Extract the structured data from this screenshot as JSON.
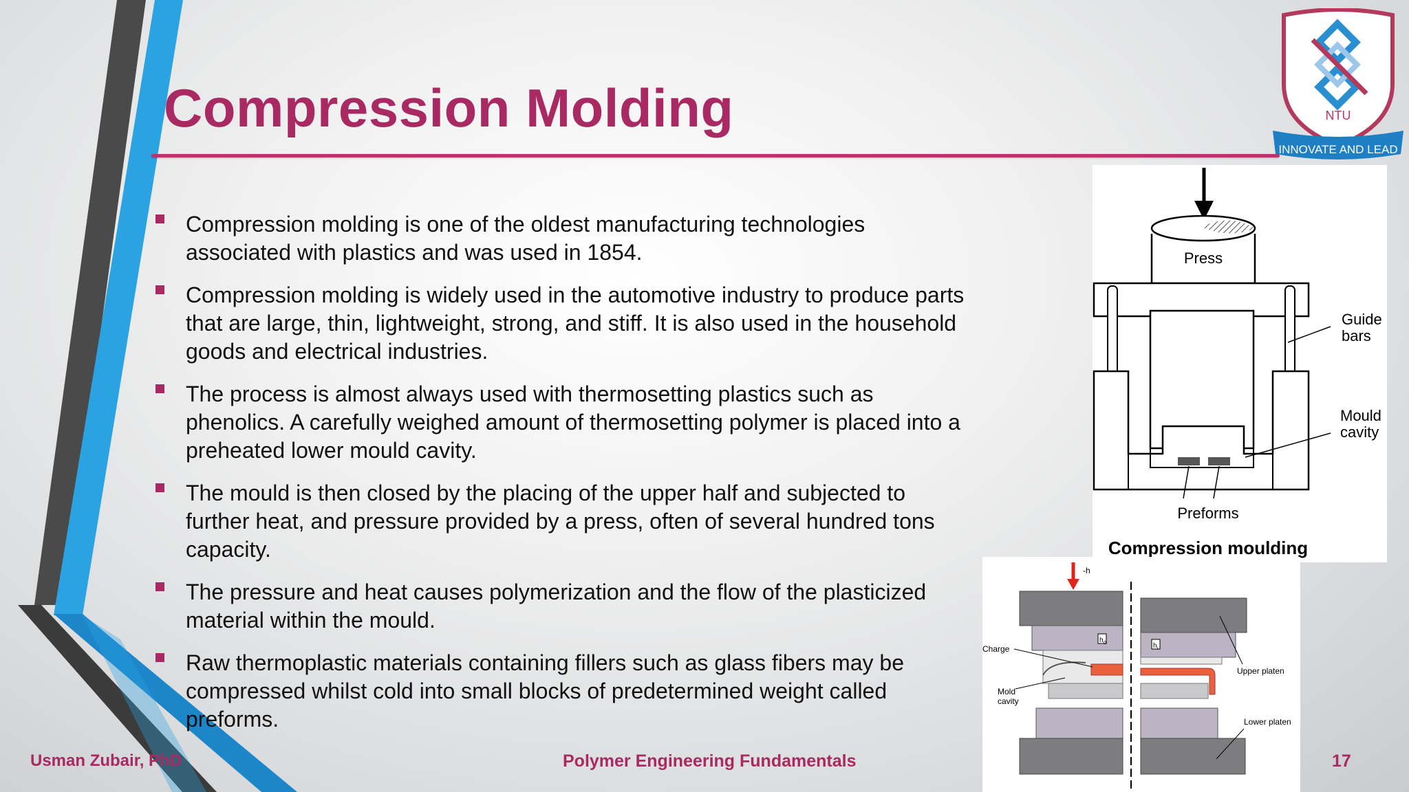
{
  "slide": {
    "title": "Compression Molding",
    "bullets": [
      "Compression molding is one of the oldest manufacturing technologies associated with plastics and was used in 1854.",
      "Compression molding is widely used in the automotive industry to produce parts that are large, thin, lightweight, strong, and stiff. It is also used in the household goods and electrical industries.",
      "The process is almost always used with thermosetting plastics such as phenolics.  A carefully weighed amount of thermosetting polymer is placed into a preheated lower mould cavity.",
      "The mould is then closed by the placing of the upper half and subjected to further heat, and pressure provided by a press, often of several hundred tons capacity.",
      "The pressure and heat causes polymerization and the flow of the plasticized material within the mould.",
      "Raw thermoplastic materials containing fillers such as glass fibers may be compressed whilst cold into small blocks of predetermined weight called preforms."
    ]
  },
  "footer": {
    "author": "Usman Zubair, PhD",
    "course": "Polymer Engineering Fundamentals",
    "page": "17"
  },
  "logo": {
    "initials": "NTU",
    "motto": "INNOVATE AND LEAD"
  },
  "figure1": {
    "press_label": "Press",
    "guide_bars_label_1": "Guide",
    "guide_bars_label_2": "bars",
    "mould_cavity_label_1": "Mould",
    "mould_cavity_label_2": "cavity",
    "preforms_label": "Preforms",
    "caption": "Compression moulding"
  },
  "figure2": {
    "force_label": "-h",
    "h0_label": "h",
    "h0_sub": "0",
    "h1_label": "h",
    "h1_sub": "i",
    "charge_label": "Charge",
    "mold_cavity_label_1": "Mold",
    "mold_cavity_label_2": "cavity",
    "upper_platen_label": "Upper platen",
    "lower_platen_label": "Lower platen"
  },
  "colors": {
    "accent": "#a92962",
    "blue_stripe": "#2ba3e3",
    "dark_stripe": "#4a4a4a",
    "charge_orange": "#e8603c"
  }
}
